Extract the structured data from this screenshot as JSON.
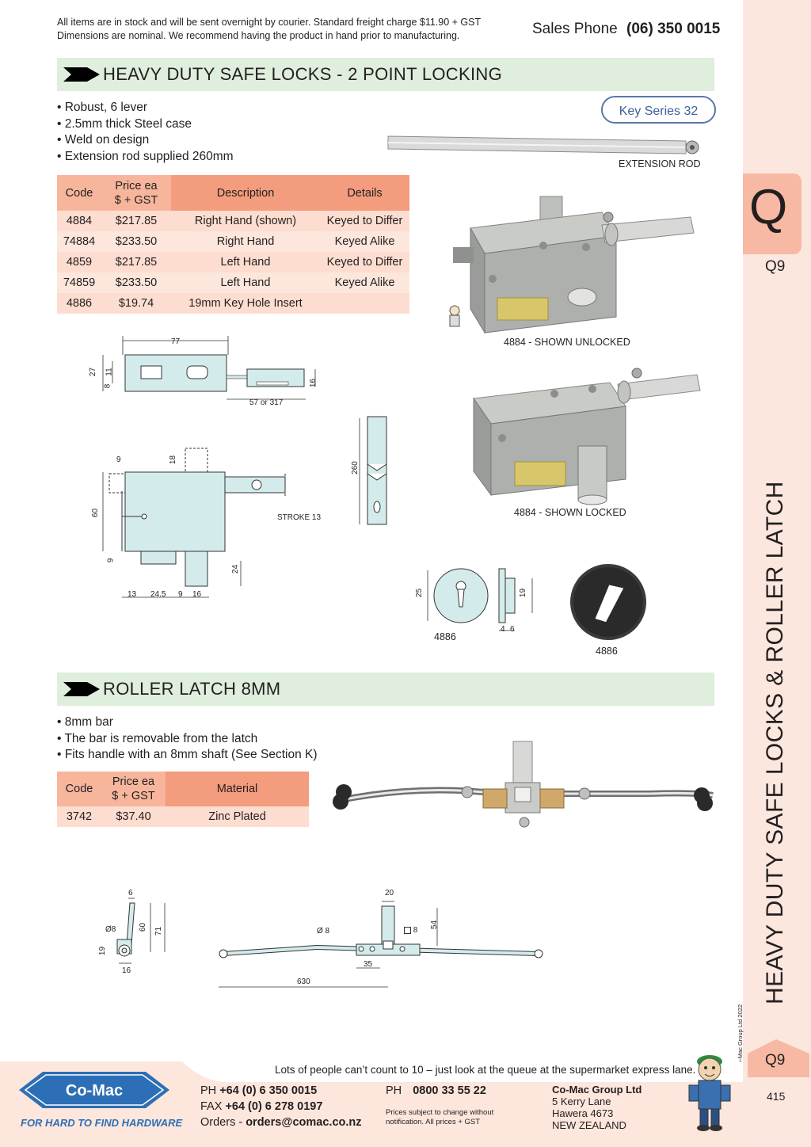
{
  "header": {
    "notice_line1": "All items are in stock and will be sent overnight by courier. Standard freight charge $11.90 + GST",
    "notice_line2": "Dimensions are nominal. We recommend having the product in hand prior to manufacturing.",
    "sales_label": "Sales Phone",
    "sales_number": "(06) 350 0015"
  },
  "section1": {
    "title": "HEAVY DUTY SAFE LOCKS - 2 POINT LOCKING",
    "bullets": [
      "Robust, 6 lever",
      "2.5mm thick Steel case",
      "Weld on design",
      "Extension rod supplied 260mm"
    ],
    "key_series": "Key Series 32",
    "table": {
      "headers": [
        "Code",
        "Price ea",
        "$ + GST",
        "Description",
        "Details"
      ],
      "rows": [
        [
          "4884",
          "$217.85",
          "Right Hand (shown)",
          "Keyed to Differ"
        ],
        [
          "74884",
          "$233.50",
          "Right Hand",
          "Keyed Alike"
        ],
        [
          "4859",
          "$217.85",
          "Left Hand",
          "Keyed to Differ"
        ],
        [
          "74859",
          "$233.50",
          "Left Hand",
          "Keyed Alike"
        ],
        [
          "4886",
          "$19.74",
          "19mm Key Hole Insert",
          ""
        ]
      ]
    },
    "captions": {
      "rod": "EXTENSION ROD",
      "unlocked": "4884 - SHOWN UNLOCKED",
      "locked": "4884 - SHOWN LOCKED",
      "insert_a": "4886",
      "insert_b": "4886"
    },
    "dims": {
      "d77": "77",
      "d27": "27",
      "d11": "11",
      "d8": "8",
      "d16": "16",
      "d57": "57 or 317",
      "d260": "260",
      "d9a": "9",
      "d18": "18",
      "d60": "60",
      "d9b": "9",
      "stroke": "STROKE 13",
      "d24": "24",
      "d13": "13",
      "d245": "24.5",
      "d9c": "9",
      "d16b": "16",
      "d25": "25",
      "d19": "19",
      "d4": "4",
      "d6": "6"
    }
  },
  "section2": {
    "title": "ROLLER LATCH 8MM",
    "bullets": [
      "8mm bar",
      "The bar is removable from the latch",
      "Fits handle with an 8mm shaft (See Section K)"
    ],
    "table": {
      "headers": [
        "Code",
        "Price ea",
        "$ + GST",
        "Material"
      ],
      "rows": [
        [
          "3742",
          "$37.40",
          "Zinc Plated"
        ]
      ]
    },
    "dims": {
      "d6": "6",
      "dia8": "Ø8",
      "d60": "60",
      "d71": "71",
      "d19": "19",
      "d16": "16",
      "d20": "20",
      "dia8b": "Ø 8",
      "sq8": "8",
      "d54": "54",
      "d35": "35",
      "d630": "630"
    }
  },
  "sidebar": {
    "letter": "Q",
    "page_code": "Q9",
    "title": "HEAVY DUTY SAFE LOCKS & ROLLER LATCH",
    "copyright": "© Co-Mac Group Ltd 2022",
    "bottom_code": "Q9",
    "page_number": "415"
  },
  "footer": {
    "quote": "Lots of people can’t count to 10 – just look at the queue at the supermarket express lane.",
    "logo_text": "Co-Mac",
    "tagline": "FOR HARD TO FIND HARDWARE",
    "ph_label": "PH",
    "ph": "+64 (0) 6 350 0015",
    "fax_label": "FAX",
    "fax": "+64 (0) 6 278 0197",
    "orders_label": "Orders -",
    "orders": "orders@comac.co.nz",
    "ph2_label": "PH",
    "ph2": "0800 33 55 22",
    "disclaimer1": "Prices subject to change without",
    "disclaimer2": "notification. All prices + GST",
    "company": "Co-Mac Group Ltd",
    "addr1": "5 Kerry Lane",
    "addr2": "Hawera 4673",
    "addr3": "NEW ZEALAND"
  },
  "colors": {
    "section_bar": "#dfeedd",
    "table_header": "#f39c7e",
    "table_row": "#fddccf",
    "side_strip": "#fbe7de",
    "brand_blue": "#2d6fb6"
  }
}
